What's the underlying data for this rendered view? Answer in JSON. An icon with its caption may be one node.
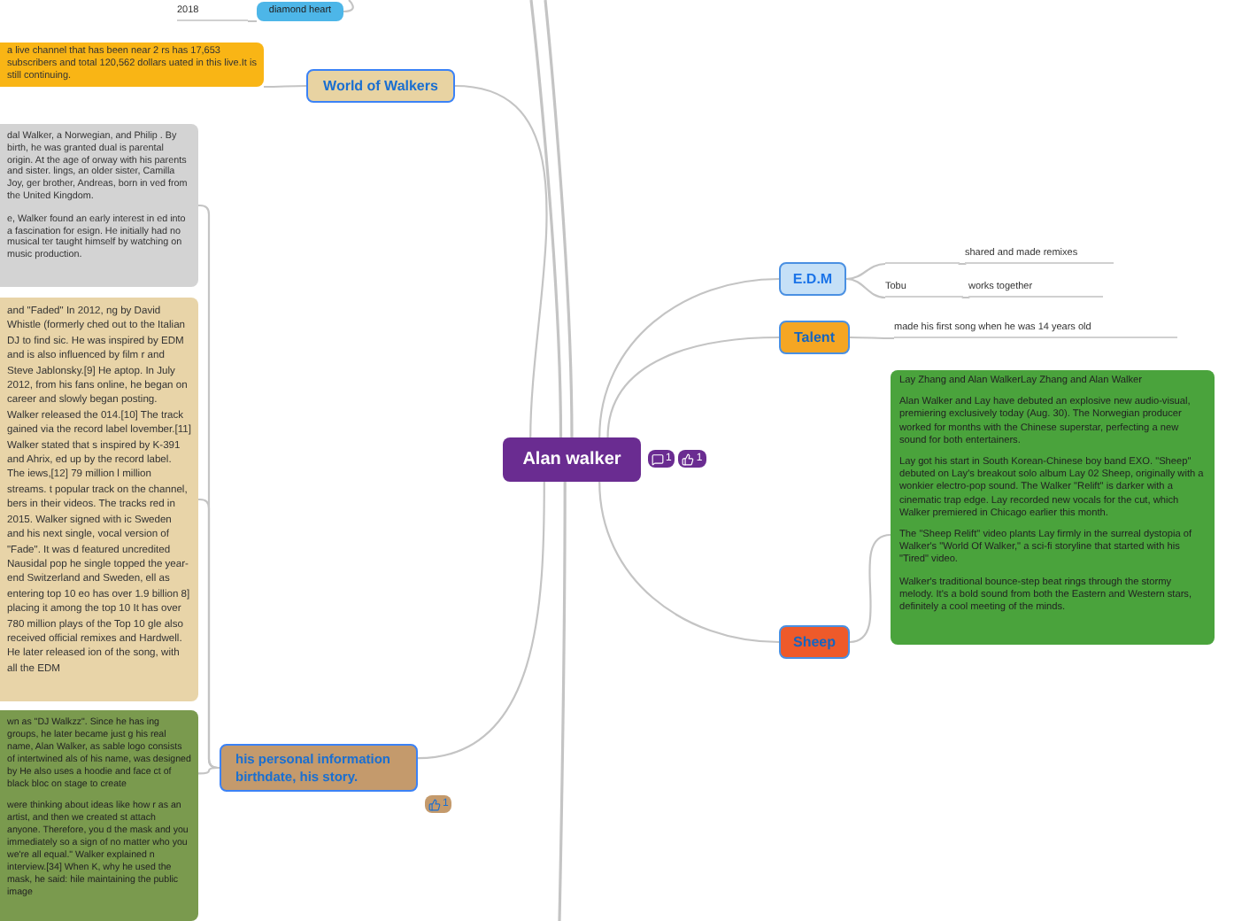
{
  "diagram": {
    "nodes": [
      {
        "text": [
          "Alan walker"
        ]
      },
      {
        "text": [
          "E.D.M"
        ]
      },
      {
        "text": [],
        "shape": "bar"
      },
      {
        "text": [
          "shared and made remixes"
        ]
      },
      {
        "text": [
          "Tobu"
        ]
      },
      {
        "text": [
          "works together"
        ]
      },
      {
        "text": [
          "Talent"
        ]
      },
      {
        "text": [
          "made his first song when he was 14 years old"
        ]
      },
      {
        "text": [
          "Lay Zhang and Alan WalkerLay Zhang and Alan Walker",
          "Alan Walker and Lay have debuted an explosive new audio-visual, premiering exclusively today (Aug. 30). The Norwegian producer worked for months with the Chinese superstar, perfecting a new sound for both entertainers.",
          "Lay got his start in South Korean-Chinese boy band EXO. \"Sheep\" debuted on Lay's breakout solo album Lay 02 Sheep, originally with a wonkier electro-pop sound. The Walker \"Relift\" is darker with a cinematic trap edge. Lay recorded new vocals for the cut, which Walker premiered in Chicago earlier this month.",
          "The \"Sheep Relift\" video plants Lay firmly in the surreal dystopia of Walker's \"World Of Walker,\" a sci-fi storyline that started with his \"Tired\" video.",
          "Walker's traditional bounce-step beat rings through the stormy melody. It's a bold sound from both the Eastern and Western stars, definitely a cool meeting of the minds."
        ]
      },
      {
        "text": [
          "Sheep"
        ]
      },
      {
        "text": [
          "World of Walkers"
        ]
      },
      {
        "text": [
          "a live channel that has been near 2 rs has 17,653 subscribers and total 120,562 dollars uated in this live.It is still continuing."
        ]
      },
      {
        "text": [
          "dal Walker, a Norwegian, and Philip . By birth, he was granted dual is parental origin. At the age of orway with his parents and sister. lings, an older sister, Camilla Joy, ger brother, Andreas, born in ved from the United Kingdom.",
          "e, Walker found an early interest in ed into a fascination for esign. He initially had no musical ter taught himself by watching on music production."
        ]
      },
      {
        "text": [
          "and \"Faded\" In 2012, ng by David Whistle (formerly ched out to the Italian DJ to find sic. He was inspired by EDM and is also influenced by film r and Steve Jablonsky.[9] He aptop. In July 2012, from his fans online, he began on career and slowly began posting. Walker released the 014.[10] The track gained via the record label lovember.[11] Walker stated that s inspired by K-391 and Ahrix, ed up by the record label. The iews,[12] 79 million l million streams. t popular track on the channel, bers in their videos. The tracks red in 2015. Walker signed with ic Sweden and his next single, vocal version of \"Fade\". It was d featured uncredited Nausidal pop he single topped the year-end Switzerland and Sweden, ell as entering top 10 eo has over 1.9 billion 8] placing it among the top 10 It has over 780 million plays of the Top 10 gle also received official remixes and Hardwell. He later released ion of the song, with all the EDM"
        ]
      },
      {
        "text": [
          "his personal information birthdate, his story."
        ]
      },
      {
        "text": [
          "wn as \"DJ Walkzz\". Since he has ing groups, he later became just g his real name, Alan Walker, as sable logo consists of intertwined als of his name, was designed by He also uses a hoodie and face ct of black bloc on stage to create",
          "were thinking about ideas like how r as an artist, and then we created st attach anyone. Therefore, you d the mask and you immediately so a sign of no matter who you we're all equal.\" Walker explained n interview.[34] When K, why he used the mask, he said: hile maintaining the public image"
        ]
      },
      {
        "text": [
          "2018"
        ]
      },
      {
        "text": [
          "diamond heart"
        ]
      }
    ],
    "edges": [
      {
        "from": 0,
        "to": 1,
        "arrow": "none"
      },
      {
        "from": 1,
        "to": 2,
        "arrow": "none"
      },
      {
        "from": 2,
        "to": 3,
        "arrow": "none"
      },
      {
        "from": 1,
        "to": 4,
        "arrow": "none"
      },
      {
        "from": 4,
        "to": 5,
        "arrow": "none"
      },
      {
        "from": 0,
        "to": 6,
        "arrow": "none"
      },
      {
        "from": 6,
        "to": 7,
        "arrow": "none"
      },
      {
        "from": 0,
        "to": 9,
        "arrow": "none"
      },
      {
        "from": 9,
        "to": 8,
        "arrow": "none"
      },
      {
        "from": 0,
        "to": 10,
        "arrow": "none"
      },
      {
        "from": 10,
        "to": 11,
        "arrow": "none"
      },
      {
        "from": 0,
        "to": 14,
        "arrow": "none"
      },
      {
        "from": 14,
        "to": 12,
        "arrow": "none"
      },
      {
        "from": 14,
        "to": 13,
        "arrow": "none"
      },
      {
        "from": 14,
        "to": 15,
        "arrow": "none"
      },
      {
        "from": 0,
        "to": null,
        "arrow": "none"
      },
      {
        "from": 0,
        "to": null,
        "arrow": "none"
      },
      {
        "from": 0,
        "to": null,
        "arrow": "none"
      },
      {
        "from": 16,
        "to": 17,
        "arrow": "none"
      },
      {
        "from": 17,
        "to": null,
        "arrow": "none"
      }
    ],
    "labels": [
      "1",
      "1",
      "1"
    ]
  }
}
